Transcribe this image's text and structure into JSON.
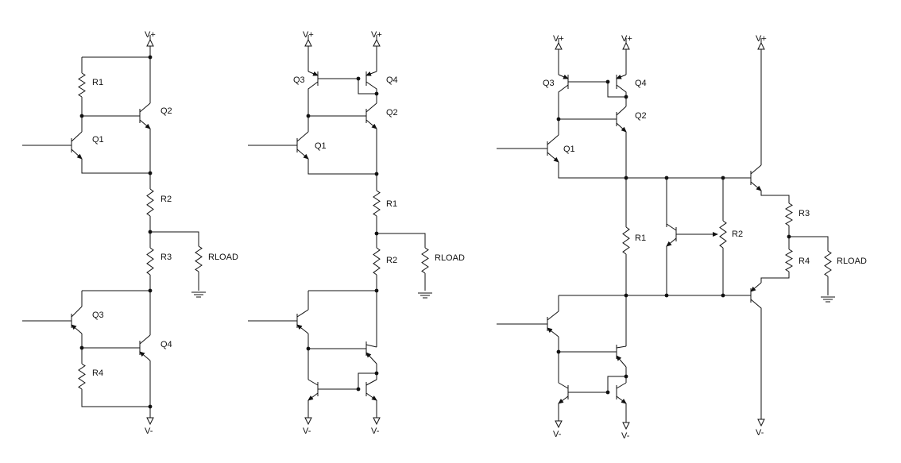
{
  "circuits": [
    {
      "rails": {
        "top": "V+",
        "bottom": "V-"
      },
      "labels": {
        "q1": "Q1",
        "q2": "Q2",
        "q3": "Q3",
        "q4": "Q4",
        "r1": "R1",
        "r2": "R2",
        "r3": "R3",
        "r4": "R4",
        "rload": "RLOAD"
      }
    },
    {
      "rails": {
        "top_left": "V+",
        "top_right": "V+",
        "bottom_left": "V-",
        "bottom_right": "V-"
      },
      "labels": {
        "q1": "Q1",
        "q2": "Q2",
        "q3": "Q3",
        "q4": "Q4",
        "r1": "R1",
        "r2": "R2",
        "rload": "RLOAD"
      }
    },
    {
      "rails": {
        "top_left": "V+",
        "top_mid": "V+",
        "top_right": "V+",
        "bottom_left": "V-",
        "bottom_mid": "V-",
        "bottom_right": "V-"
      },
      "labels": {
        "q1": "Q1",
        "q2": "Q2",
        "q3": "Q3",
        "q4": "Q4",
        "r1": "R1",
        "r2": "R2",
        "r3": "R3",
        "r4": "R4",
        "rload": "RLOAD"
      }
    }
  ]
}
